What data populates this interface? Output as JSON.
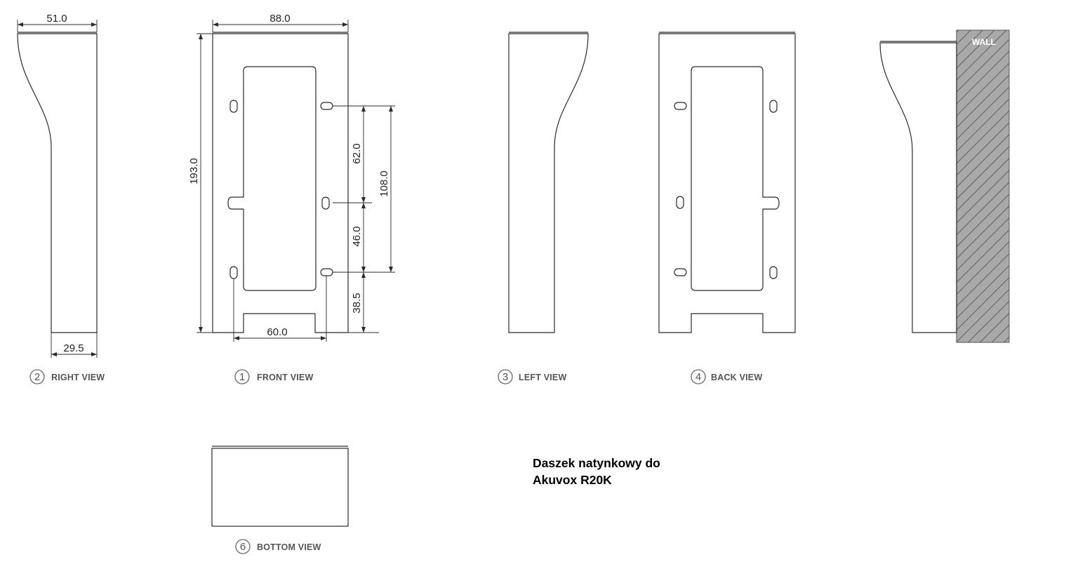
{
  "dimensions": {
    "right_top_width": "51.0",
    "right_bottom_width": "29.5",
    "front_width": "88.0",
    "front_height": "193.0",
    "front_hole_spacing_upper": "62.0",
    "front_hole_spacing_lower": "46.0",
    "front_hole_span": "108.0",
    "front_bottom_offset": "38.5",
    "front_notch_width": "60.0"
  },
  "views": {
    "right": {
      "number": "2",
      "label": "RIGHT VIEW"
    },
    "front": {
      "number": "1",
      "label": "FRONT VIEW"
    },
    "left": {
      "number": "3",
      "label": "LEFT VIEW"
    },
    "back": {
      "number": "4",
      "label": "BACK VIEW"
    },
    "bottom": {
      "number": "6",
      "label": "BOTTOM VIEW"
    }
  },
  "wall_label": "WALL",
  "caption": {
    "line1": "Daszek natynkowy do",
    "line2": "Akuvox R20K"
  }
}
